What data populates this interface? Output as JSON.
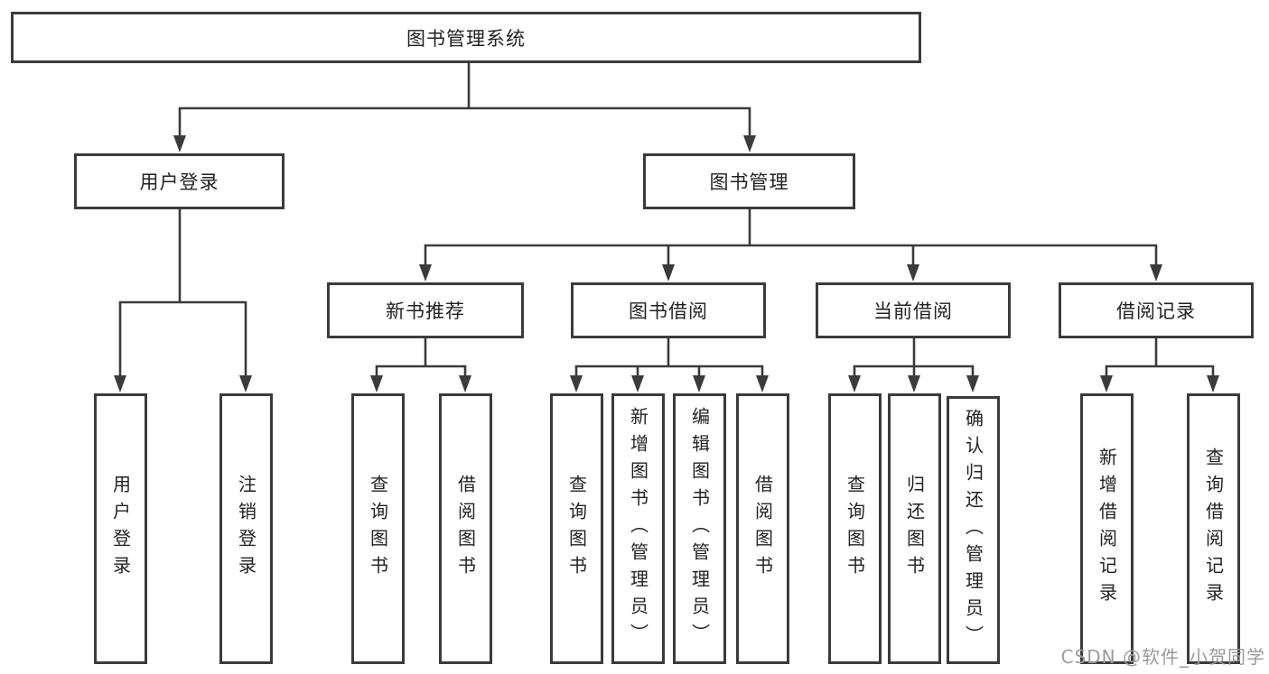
{
  "diagram": {
    "type": "hierarchy-tree",
    "colors": {
      "line": "#3b3b3b",
      "border": "#3b3b3b",
      "text": "#222222",
      "box_background": "#ffffff",
      "watermark": "#9b9b9b"
    },
    "tree": {
      "label": "图书管理系统",
      "children": [
        {
          "label": "用户登录",
          "children": [
            {
              "label": "用户登录"
            },
            {
              "label": "注销登录"
            }
          ]
        },
        {
          "label": "图书管理",
          "children": [
            {
              "label": "新书推荐",
              "children": [
                {
                  "label": "查询图书"
                },
                {
                  "label": "借阅图书"
                }
              ]
            },
            {
              "label": "图书借阅",
              "children": [
                {
                  "label": "查询图书"
                },
                {
                  "label": "新增图书（管理员）"
                },
                {
                  "label": "编辑图书（管理员）"
                },
                {
                  "label": "借阅图书"
                }
              ]
            },
            {
              "label": "当前借阅",
              "children": [
                {
                  "label": "查询图书"
                },
                {
                  "label": "归还图书"
                },
                {
                  "label": "确认归还（管理员）"
                }
              ]
            },
            {
              "label": "借阅记录",
              "children": [
                {
                  "label": "新增借阅记录"
                },
                {
                  "label": "查询借阅记录"
                }
              ]
            }
          ]
        }
      ]
    }
  },
  "watermark": {
    "text": "CSDN @软件_小贺同学"
  }
}
